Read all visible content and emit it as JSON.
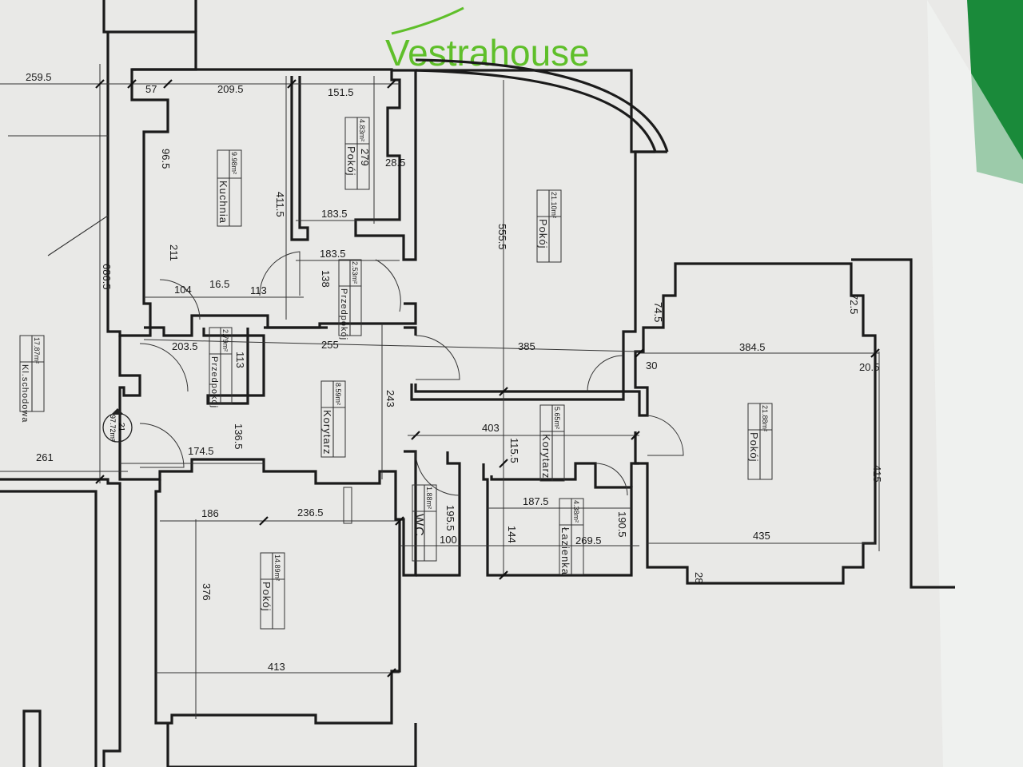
{
  "brand": {
    "logo_text": "Vestrahouse",
    "color": "#5fbf2a"
  },
  "colors": {
    "paper": "#e9e9e7",
    "ink": "#1b1b1b",
    "edge_green": "#1a8a3a"
  },
  "apartment": {
    "number": "21",
    "total_area": "97.72m²"
  },
  "rooms": [
    {
      "name": "Kuchnia",
      "area": "9.98m²"
    },
    {
      "name": "Pokój",
      "area": "4.83m²"
    },
    {
      "name": "Pokój",
      "area": "21.10m²"
    },
    {
      "name": "Przedpokój",
      "area": "2.53m²"
    },
    {
      "name": "Przedpokój",
      "area": "2.79m²"
    },
    {
      "name": "Korytarz",
      "area": "8.59m²"
    },
    {
      "name": "Korytarz",
      "area": "5.65m²"
    },
    {
      "name": "Łazienka",
      "area": "4.38m²"
    },
    {
      "name": "WC",
      "area": "1.88m²"
    },
    {
      "name": "Pokój",
      "area": "21.88m²"
    },
    {
      "name": "Pokój",
      "area": "14.89m²"
    },
    {
      "name": "Kl.schodowa",
      "area": "17.87m²"
    }
  ],
  "dimensions": [
    "259.5",
    "57",
    "209.5",
    "151.5",
    "96.5",
    "279",
    "28.5",
    "411.5",
    "183.5",
    "183.5",
    "211",
    "138",
    "104",
    "16.5",
    "113",
    "686.5",
    "555.5",
    "74.5",
    "72.5",
    "203.5",
    "255",
    "385",
    "384.5",
    "30",
    "20.5",
    "113",
    "243",
    "136.5",
    "403",
    "115.5",
    "261",
    "174.5",
    "187.5",
    "190.5",
    "186",
    "236.5",
    "195.5",
    "100",
    "144",
    "269.5",
    "415",
    "435",
    "28",
    "376",
    "413"
  ]
}
